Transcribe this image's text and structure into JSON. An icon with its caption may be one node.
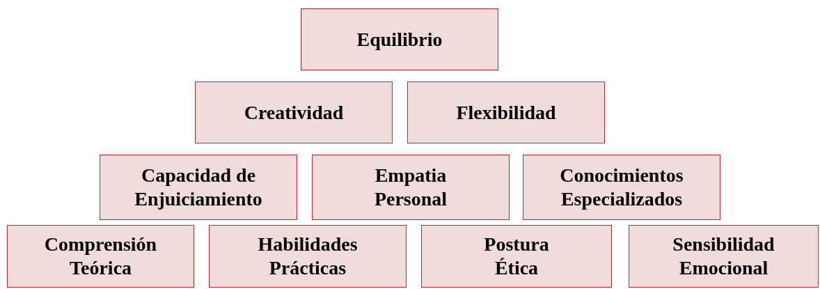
{
  "diagram": {
    "nodes": [
      {
        "text": [
          "Equilibrio"
        ]
      },
      {
        "text": [
          "Creatividad"
        ]
      },
      {
        "text": [
          "Flexibilidad"
        ]
      },
      {
        "text": [
          "Capacidad de Enjuiciamiento"
        ]
      },
      {
        "text": [
          "Empatia Personal"
        ]
      },
      {
        "text": [
          "Conocimientos Especializados"
        ]
      },
      {
        "text": [
          "Comprensión Teórica"
        ]
      },
      {
        "text": [
          "Habilidades Prácticas"
        ]
      },
      {
        "text": [
          "Postura Ética"
        ]
      },
      {
        "text": [
          "Sensibilidad Emocional"
        ]
      }
    ]
  }
}
